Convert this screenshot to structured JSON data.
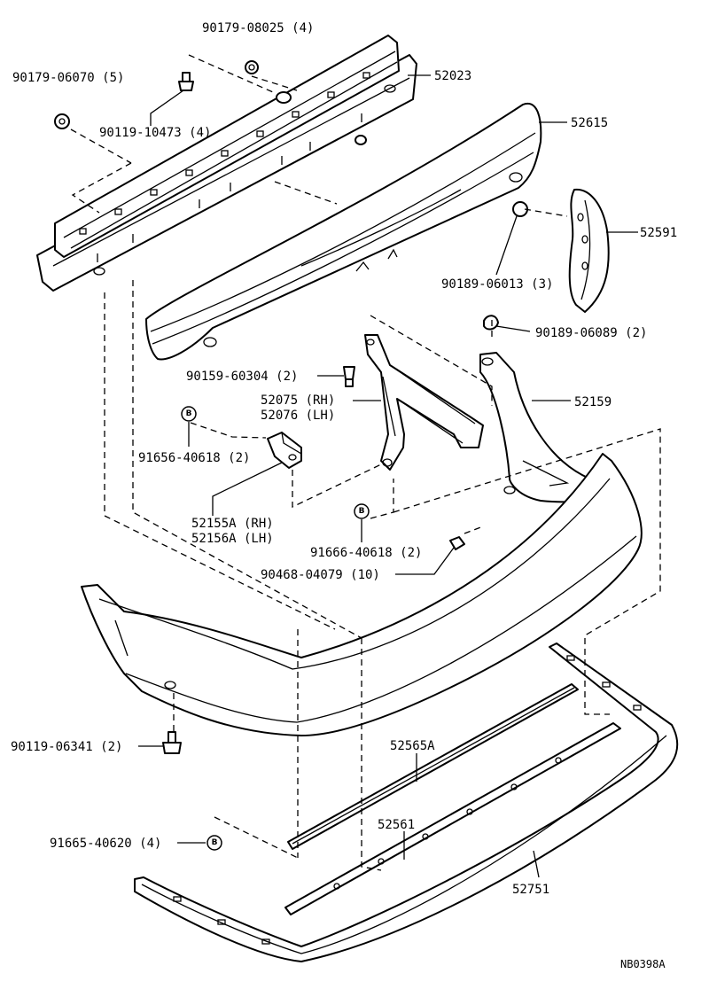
{
  "diagram": {
    "drawing_code": "NB0398A",
    "callouts": [
      {
        "id": "c1",
        "text": "90179-08025 (4)"
      },
      {
        "id": "c2",
        "text": "90179-06070 (5)"
      },
      {
        "id": "c3",
        "text": "52023"
      },
      {
        "id": "c4",
        "text": "90119-10473 (4)"
      },
      {
        "id": "c5",
        "text": "52615"
      },
      {
        "id": "c6",
        "text": "52591"
      },
      {
        "id": "c7",
        "text": "90189-06013 (3)"
      },
      {
        "id": "c8",
        "text": "90189-06089 (2)"
      },
      {
        "id": "c9",
        "text": "90159-60304 (2)"
      },
      {
        "id": "c10",
        "text": "52075 (RH)"
      },
      {
        "id": "c11",
        "text": "52076 (LH)"
      },
      {
        "id": "c12",
        "text": "52159"
      },
      {
        "id": "c13",
        "text": "91656-40618 (2)"
      },
      {
        "id": "c14",
        "text": "52155A (RH)"
      },
      {
        "id": "c15",
        "text": "52156A (LH)"
      },
      {
        "id": "c16",
        "text": "91666-40618 (2)"
      },
      {
        "id": "c17",
        "text": "90468-04079 (10)"
      },
      {
        "id": "c18",
        "text": "90119-06341 (2)"
      },
      {
        "id": "c19",
        "text": "52565A"
      },
      {
        "id": "c20",
        "text": "52561"
      },
      {
        "id": "c21",
        "text": "91665-40620 (4)"
      },
      {
        "id": "c22",
        "text": "52751"
      }
    ],
    "bolt_symbol": "B"
  }
}
